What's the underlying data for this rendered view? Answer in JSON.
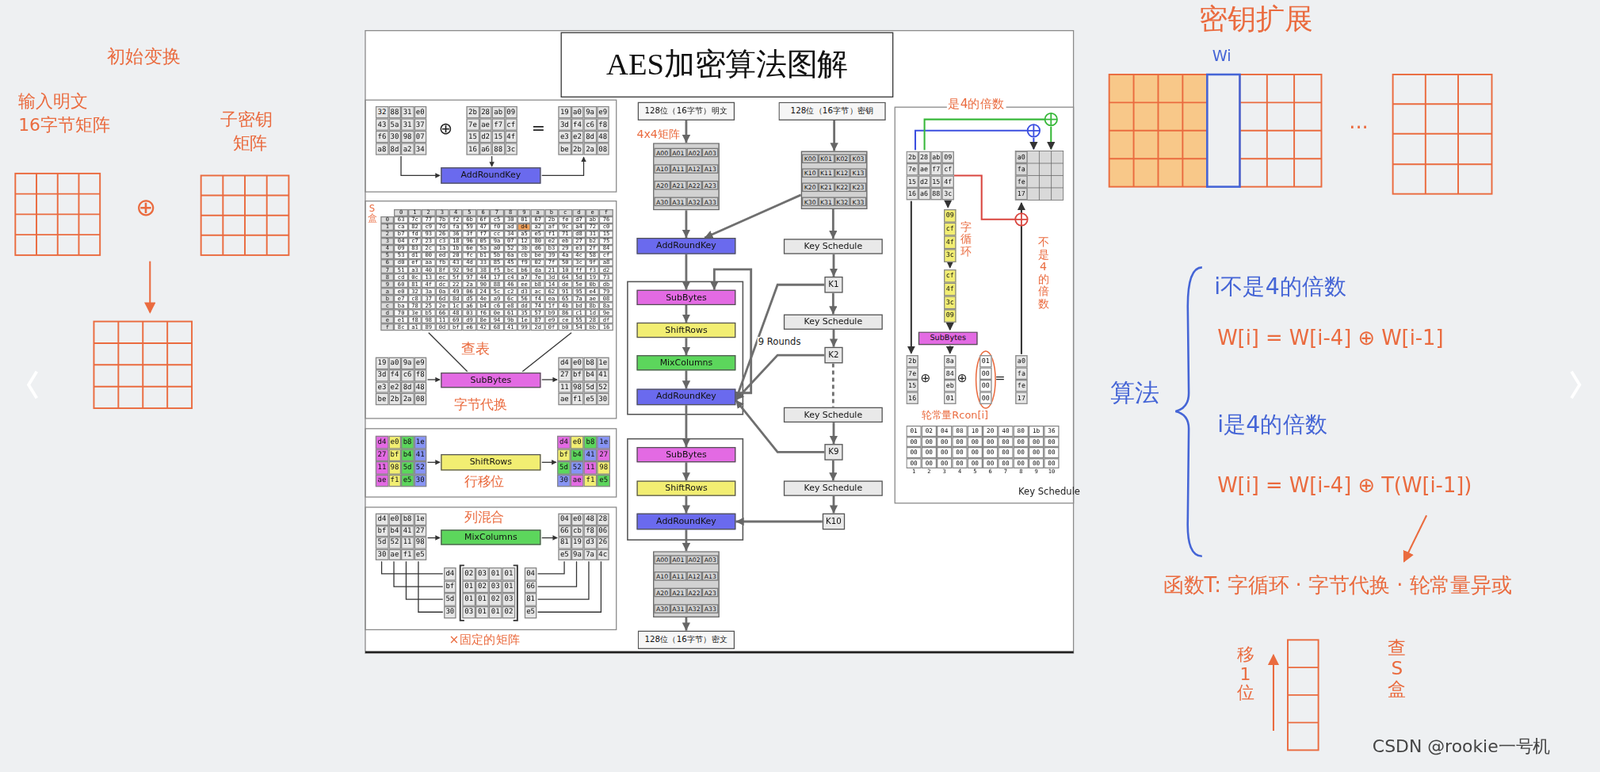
{
  "diagram": {
    "title": "AES加密算法图解",
    "nodes": [
      {
        "text": [
          "AddRoundKey"
        ]
      },
      {
        "text": [
          "SubBytes"
        ]
      },
      {
        "text": [
          "ShiftRows"
        ]
      },
      {
        "text": [
          "MixColumns"
        ]
      },
      {
        "text": [
          "128位（16字节）明文"
        ]
      },
      {
        "text": [
          "A00",
          "A01",
          "A02",
          "A03",
          "A10",
          "A11",
          "A12",
          "A13",
          "A20",
          "A21",
          "A22",
          "A23",
          "A30",
          "A31",
          "A32",
          "A33"
        ]
      },
      {
        "text": [
          "AddRoundKey"
        ]
      },
      {
        "text": [
          "SubBytes"
        ]
      },
      {
        "text": [
          "ShiftRows"
        ]
      },
      {
        "text": [
          "MixColumns"
        ]
      },
      {
        "text": [
          "AddRoundKey"
        ]
      },
      {
        "text": [
          "SubBytes"
        ]
      },
      {
        "text": [
          "ShiftRows"
        ]
      },
      {
        "text": [
          "AddRoundKey"
        ]
      },
      {
        "text": [
          "A00",
          "A01",
          "A02",
          "A03",
          "A10",
          "A11",
          "A12",
          "A13",
          "A20",
          "A21",
          "A22",
          "A23",
          "A30",
          "A31",
          "A32",
          "A33"
        ]
      },
      {
        "text": [
          "128位（16字节）密文"
        ]
      },
      {
        "text": [
          "128位（16字节）密钥"
        ]
      },
      {
        "text": [
          "K00",
          "K01",
          "K02",
          "K03",
          "K10",
          "K11",
          "K12",
          "K13",
          "K20",
          "K21",
          "K22",
          "K23",
          "K30",
          "K31",
          "K32",
          "K33"
        ]
      },
      {
        "text": [
          "Key Schedule"
        ]
      },
      {
        "text": [
          "K1"
        ]
      },
      {
        "text": [
          "Key Schedule"
        ]
      },
      {
        "text": [
          "K2"
        ]
      },
      {
        "text": [
          "Key Schedule"
        ]
      },
      {
        "text": [
          "K9"
        ]
      },
      {
        "text": [
          "Key Schedule"
        ]
      },
      {
        "text": [
          "K10"
        ]
      },
      {
        "text": [
          "SubBytes"
        ]
      }
    ],
    "edges": [
      {
        "from": 4,
        "to": 5,
        "arrow": "to"
      },
      {
        "from": 5,
        "to": 6,
        "arrow": "to"
      },
      {
        "from": 6,
        "to": 7,
        "arrow": "to"
      },
      {
        "from": 7,
        "to": 8,
        "arrow": "to"
      },
      {
        "from": 8,
        "to": 9,
        "arrow": "to"
      },
      {
        "from": 9,
        "to": 10,
        "arrow": "to"
      },
      {
        "from": 10,
        "to": 11,
        "arrow": "to"
      },
      {
        "from": 11,
        "to": 12,
        "arrow": "to"
      },
      {
        "from": 12,
        "to": 13,
        "arrow": "to"
      },
      {
        "from": 13,
        "to": 14,
        "arrow": "to"
      },
      {
        "from": 14,
        "to": 15,
        "arrow": "to"
      },
      {
        "from": 10,
        "to": 7,
        "arrow": "to"
      },
      {
        "from": 16,
        "to": 17,
        "arrow": "to"
      },
      {
        "from": 17,
        "to": 18,
        "arrow": "to"
      },
      {
        "from": 18,
        "to": 19,
        "arrow": "to"
      },
      {
        "from": 19,
        "to": 20,
        "arrow": "to"
      },
      {
        "from": 20,
        "to": 21,
        "arrow": "to"
      },
      {
        "from": 21,
        "to": 22,
        "arrow": "none"
      },
      {
        "from": 22,
        "to": 23,
        "arrow": "to"
      },
      {
        "from": 23,
        "to": 24,
        "arrow": "to"
      },
      {
        "from": 24,
        "to": 25,
        "arrow": "to"
      },
      {
        "from": 17,
        "to": 6,
        "arrow": "to"
      },
      {
        "from": 19,
        "to": 10,
        "arrow": "to"
      },
      {
        "from": 21,
        "to": 10,
        "arrow": "to"
      },
      {
        "from": 23,
        "to": 10,
        "arrow": "to"
      },
      {
        "from": 25,
        "to": 13,
        "arrow": "to"
      }
    ],
    "labels": [
      "初始变换",
      "输入明文",
      "16字节矩阵",
      "子密钥",
      "矩阵",
      "⊕",
      "32",
      "88",
      "31",
      "e0",
      "43",
      "5a",
      "31",
      "37",
      "f6",
      "30",
      "98",
      "07",
      "a8",
      "8d",
      "a2",
      "34",
      "⊕",
      "2b",
      "28",
      "ab",
      "09",
      "7e",
      "ae",
      "f7",
      "cf",
      "15",
      "d2",
      "15",
      "4f",
      "16",
      "a6",
      "88",
      "3c",
      "=",
      "19",
      "a0",
      "9a",
      "e9",
      "3d",
      "f4",
      "c6",
      "f8",
      "e3",
      "e2",
      "8d",
      "48",
      "be",
      "2b",
      "2a",
      "08",
      "S盒",
      "0",
      "1",
      "2",
      "3",
      "4",
      "5",
      "6",
      "7",
      "8",
      "9",
      "a",
      "b",
      "c",
      "d",
      "e",
      "f",
      "0",
      "1",
      "2",
      "3",
      "4",
      "5",
      "6",
      "7",
      "8",
      "9",
      "a",
      "b",
      "c",
      "d",
      "e",
      "f",
      "63",
      "7c",
      "77",
      "7b",
      "f2",
      "6b",
      "6f",
      "c5",
      "30",
      "01",
      "67",
      "2b",
      "fe",
      "d7",
      "ab",
      "76",
      "ca",
      "82",
      "c9",
      "7d",
      "fa",
      "59",
      "47",
      "f0",
      "ad",
      "d4",
      "a2",
      "af",
      "9c",
      "a4",
      "72",
      "c0",
      "b7",
      "fd",
      "93",
      "26",
      "36",
      "3f",
      "f7",
      "cc",
      "34",
      "a5",
      "e5",
      "f1",
      "71",
      "d8",
      "31",
      "15",
      "04",
      "c7",
      "23",
      "c3",
      "18",
      "96",
      "05",
      "9a",
      "07",
      "12",
      "80",
      "e2",
      "eb",
      "27",
      "b2",
      "75",
      "09",
      "83",
      "2c",
      "1a",
      "1b",
      "6e",
      "5a",
      "a0",
      "52",
      "3b",
      "d6",
      "b3",
      "29",
      "e3",
      "2f",
      "84",
      "53",
      "d1",
      "00",
      "ed",
      "20",
      "fc",
      "b1",
      "5b",
      "6a",
      "cb",
      "be",
      "39",
      "4a",
      "4c",
      "58",
      "cf",
      "d0",
      "ef",
      "aa",
      "fb",
      "43",
      "4d",
      "33",
      "85",
      "45",
      "f9",
      "02",
      "7f",
      "50",
      "3c",
      "9f",
      "a8",
      "51",
      "a3",
      "40",
      "8f",
      "92",
      "9d",
      "38",
      "f5",
      "bc",
      "b6",
      "da",
      "21",
      "10",
      "ff",
      "f3",
      "d2",
      "cd",
      "0c",
      "13",
      "ec",
      "5f",
      "97",
      "44",
      "17",
      "c4",
      "a7",
      "7e",
      "3d",
      "64",
      "5d",
      "19",
      "73",
      "60",
      "81",
      "4f",
      "dc",
      "22",
      "2a",
      "90",
      "88",
      "46",
      "ee",
      "b8",
      "14",
      "de",
      "5e",
      "0b",
      "db",
      "e0",
      "32",
      "3a",
      "0a",
      "49",
      "06",
      "24",
      "5c",
      "c2",
      "d3",
      "ac",
      "62",
      "91",
      "95",
      "e4",
      "79",
      "e7",
      "c8",
      "37",
      "6d",
      "8d",
      "d5",
      "4e",
      "a9",
      "6c",
      "56",
      "f4",
      "ea",
      "65",
      "7a",
      "ae",
      "08",
      "ba",
      "78",
      "25",
      "2e",
      "1c",
      "a6",
      "b4",
      "c6",
      "e8",
      "dd",
      "74",
      "1f",
      "4b",
      "bd",
      "8b",
      "8a",
      "70",
      "3e",
      "b5",
      "66",
      "48",
      "03",
      "f6",
      "0e",
      "61",
      "35",
      "57",
      "b9",
      "86",
      "c1",
      "1d",
      "9e",
      "e1",
      "f8",
      "98",
      "11",
      "69",
      "d9",
      "8e",
      "94",
      "9b",
      "1e",
      "87",
      "e9",
      "ce",
      "55",
      "28",
      "df",
      "8c",
      "a1",
      "89",
      "0d",
      "bf",
      "e6",
      "42",
      "68",
      "41",
      "99",
      "2d",
      "0f",
      "b0",
      "54",
      "bb",
      "16",
      "查表",
      "19",
      "a0",
      "9a",
      "e9",
      "3d",
      "f4",
      "c6",
      "f8",
      "e3",
      "e2",
      "8d",
      "48",
      "be",
      "2b",
      "2a",
      "08",
      "d4",
      "e0",
      "b8",
      "1e",
      "27",
      "bf",
      "b4",
      "41",
      "11",
      "98",
      "5d",
      "52",
      "ae",
      "f1",
      "e5",
      "30",
      "字节代换",
      "d4",
      "e0",
      "b8",
      "1e",
      "27",
      "bf",
      "b4",
      "41",
      "11",
      "98",
      "5d",
      "52",
      "ae",
      "f1",
      "e5",
      "30",
      "d4",
      "e0",
      "b8",
      "1e",
      "bf",
      "b4",
      "41",
      "27",
      "5d",
      "52",
      "11",
      "98",
      "30",
      "ae",
      "f1",
      "e5",
      "行移位",
      "列混合",
      "d4",
      "e0",
      "b8",
      "1e",
      "bf",
      "b4",
      "41",
      "27",
      "5d",
      "52",
      "11",
      "98",
      "30",
      "ae",
      "f1",
      "e5",
      "04",
      "e0",
      "48",
      "28",
      "66",
      "cb",
      "f8",
      "06",
      "81",
      "19",
      "d3",
      "26",
      "e5",
      "9a",
      "7a",
      "4c",
      "d4",
      "bf",
      "5d",
      "30",
      "02",
      "03",
      "01",
      "01",
      "01",
      "02",
      "03",
      "01",
      "01",
      "01",
      "02",
      "03",
      "03",
      "01",
      "01",
      "02",
      "04",
      "66",
      "81",
      "e5",
      "×固定的矩阵",
      "4x4矩阵",
      "9 Rounds",
      "是4的倍数",
      "2b",
      "28",
      "ab",
      "09",
      "7e",
      "ae",
      "f7",
      "cf",
      "15",
      "d2",
      "15",
      "4f",
      "16",
      "a6",
      "88",
      "3c",
      "a0",
      "fa",
      "fe",
      "17",
      "09",
      "cf",
      "4f",
      "3c",
      "字循环",
      "cf",
      "4f",
      "3c",
      "09",
      "2b",
      "7e",
      "15",
      "16",
      "⊕",
      "8a",
      "84",
      "eb",
      "01",
      "⊕",
      "01",
      "00",
      "00",
      "00",
      "=",
      "a0",
      "fa",
      "fe",
      "17",
      "不是4的倍数",
      "轮常量Rcon[i]",
      "01",
      "02",
      "04",
      "08",
      "10",
      "20",
      "40",
      "80",
      "1b",
      "36",
      "00",
      "00",
      "00",
      "00",
      "00",
      "00",
      "00",
      "00",
      "00",
      "00",
      "00",
      "00",
      "00",
      "00",
      "00",
      "00",
      "00",
      "00",
      "00",
      "00",
      "00",
      "00",
      "00",
      "00",
      "00",
      "00",
      "00",
      "00",
      "00",
      "00",
      "1",
      "2",
      "3",
      "4",
      "5",
      "6",
      "7",
      "8",
      "9",
      "10",
      "Key Schedule",
      "密钥扩展",
      "Wi",
      "...",
      "算法",
      "i不是4的倍数",
      "W[i] = W[i-4] ⊕ W[i-1]",
      "i是4的倍数",
      "W[i] = W[i-4] ⊕ T(W[i-1])",
      "函数T: 字循环 · 字节代换 · 轮常量异或",
      "移1位",
      "查S盒",
      "CSDN @rookie一号机"
    ]
  }
}
